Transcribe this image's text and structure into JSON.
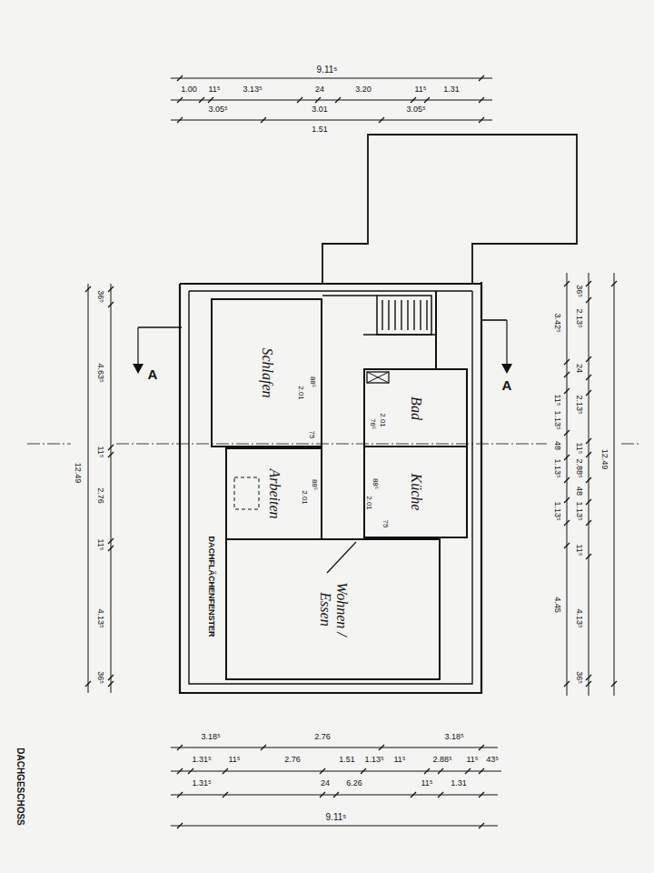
{
  "diagram": {
    "title": "DACHGESCHOSS",
    "nodes": [
      {
        "text": [
          "Schlafen"
        ]
      },
      {
        "text": [
          "Bad"
        ]
      },
      {
        "text": [
          "Küche"
        ]
      },
      {
        "text": [
          "Arbeiten"
        ]
      },
      {
        "text": [
          "Wohnen / Essen"
        ]
      }
    ],
    "labels": [
      "9.11⁵",
      "1.00",
      "11⁵",
      "3.13⁵",
      "24",
      "3.20",
      "11⁵",
      "1.31",
      "3.05⁵",
      "3.01",
      "3.05⁵",
      "1.51",
      "36⁵",
      "4.63⁵",
      "11⁵",
      "12.49",
      "2.76",
      "11⁵",
      "4.13⁵",
      "36⁵",
      "36⁵",
      "2.13⁵",
      "3.42⁵",
      "24",
      "11⁵",
      "2.13⁵",
      "1.13⁵",
      "48",
      "11⁵",
      "12.49",
      "1.13⁵",
      "2.88⁵",
      "48",
      "1.13⁵",
      "1.13⁵",
      "11⁵",
      "4.45",
      "4.13⁵",
      "36⁵",
      "3.18⁵",
      "2.76",
      "3.18⁵",
      "1.31⁵",
      "11⁵",
      "2.76",
      "1.51",
      "1.13⁵",
      "11⁵",
      "2.88⁵",
      "11⁵",
      "43⁵",
      "1.31⁵",
      "24",
      "6.26",
      "11⁵",
      "1.31",
      "9.11⁵",
      "DACHFLÄCHENFENSTER",
      "A",
      "A",
      "88⁵",
      "2.01",
      "75",
      "76⁵",
      "2.01",
      "88⁵",
      "2.01",
      "88⁵",
      "2.01",
      "75"
    ]
  }
}
